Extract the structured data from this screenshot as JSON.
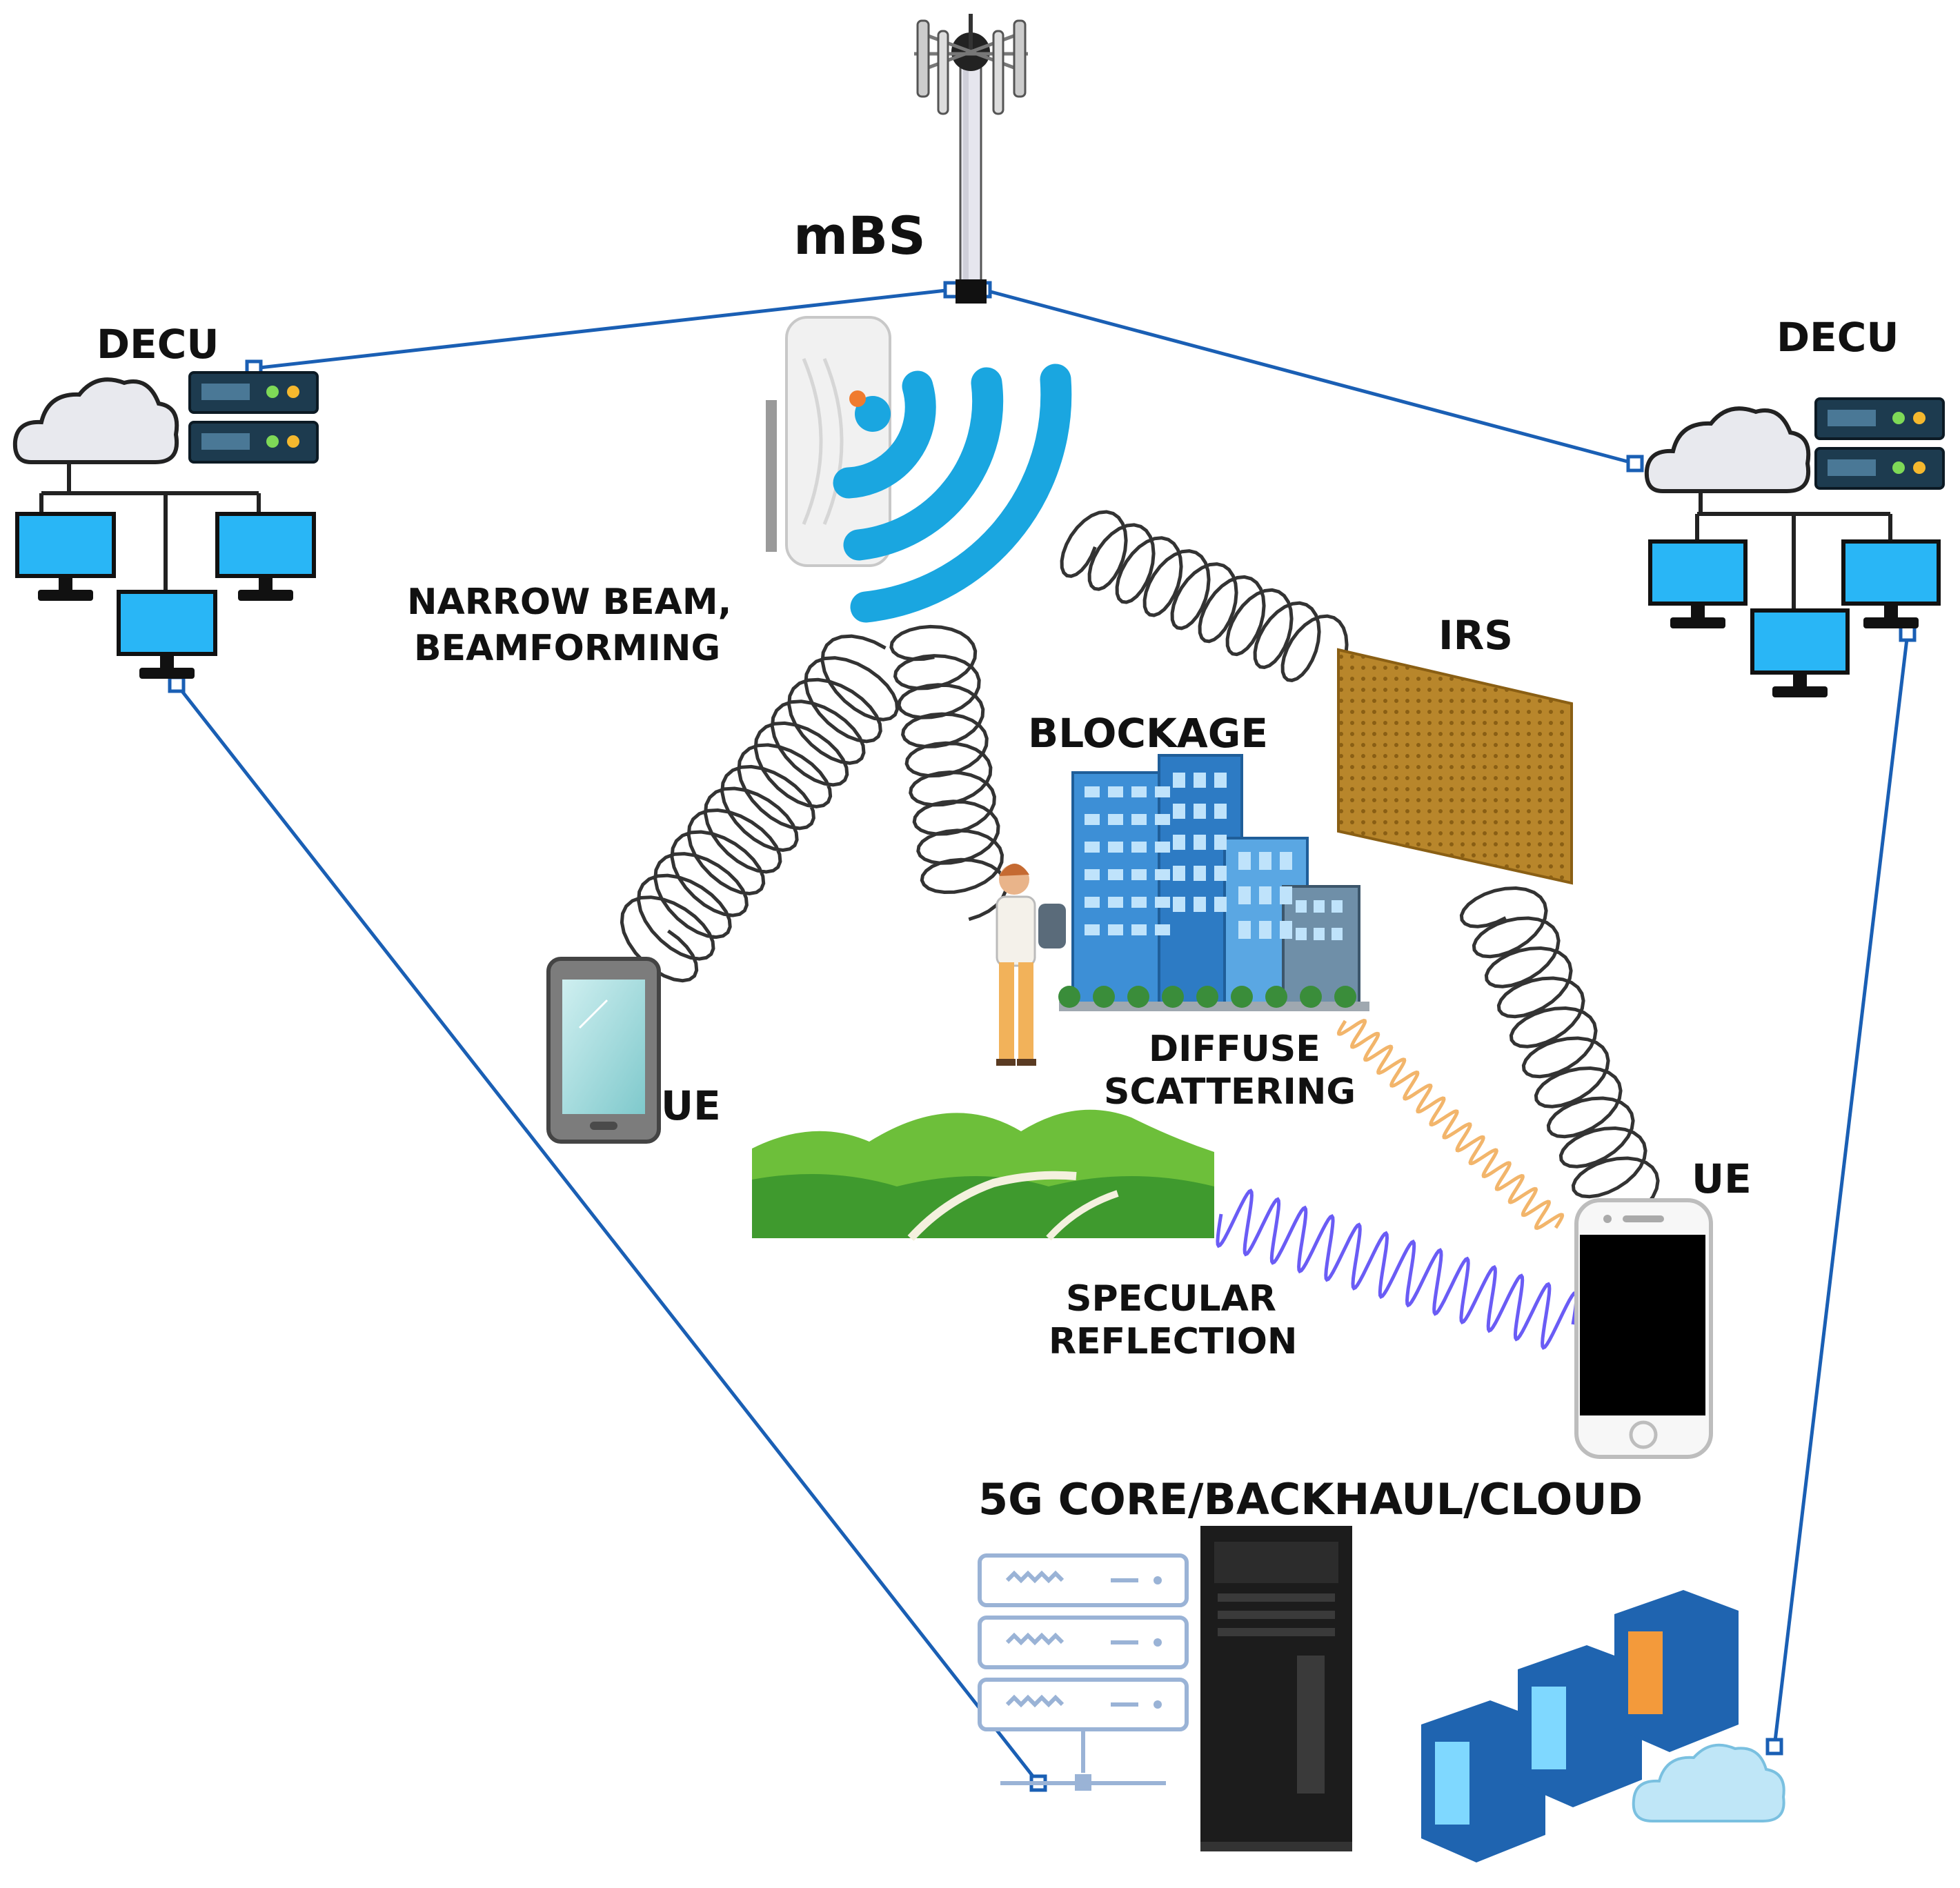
{
  "labels": {
    "mbs": "mBS",
    "decu_left": "DECU",
    "decu_right": "DECU",
    "narrow_beam_1": "NARROW BEAM,",
    "narrow_beam_2": "BEAMFORMING",
    "irs": "IRS",
    "blockage": "BLOCKAGE",
    "ue_left": "UE",
    "ue_right": "UE",
    "diffuse_1": "DIFFUSE",
    "diffuse_2": "SCATTERING",
    "specular_1": "SPECULAR",
    "specular_2": "REFLECTION",
    "core": "5G CORE/BACKHAUL/CLOUD"
  },
  "icons": [
    "antenna-tower-icon",
    "wifi-signal-icon",
    "cloud-icon",
    "server-rack-icon",
    "monitor-icon",
    "smartphone-icon",
    "building-icon",
    "person-icon",
    "landscape-icon",
    "irs-panel-icon",
    "tower-server-icon",
    "datacenter-icon"
  ],
  "colors": {
    "link": "#1a5fb4",
    "signal": "#1aa6e0",
    "wave": "#333333",
    "specular_wave": "#6a5cf5",
    "diffuse_wave": "#f2b56b",
    "irs": "#b8862b",
    "monitor": "#29b6f6",
    "server": "#1d3b4f",
    "building": "#3d8fd6"
  }
}
